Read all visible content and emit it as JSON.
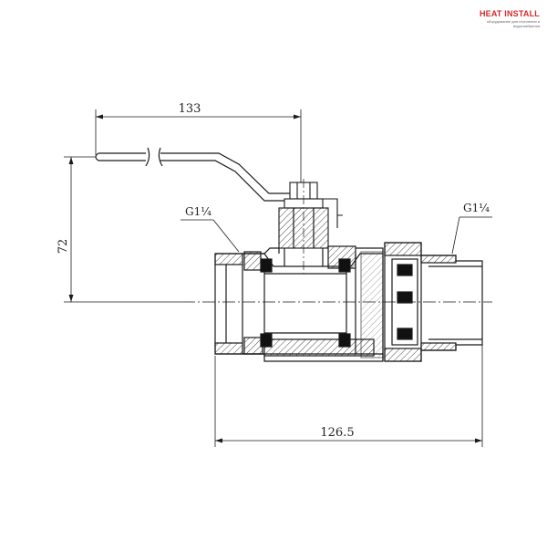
{
  "logo": {
    "name": "HEAT INSTALL",
    "tagline": "оборудование для отопления и водоснабжения"
  },
  "dimensions": {
    "lever_length": "133",
    "height": "72",
    "total_length": "126.5"
  },
  "threads": {
    "left": "G1¼",
    "right": "G1¼"
  },
  "colors": {
    "line": "#1a1a1a",
    "logo_red": "#d42a2a"
  }
}
